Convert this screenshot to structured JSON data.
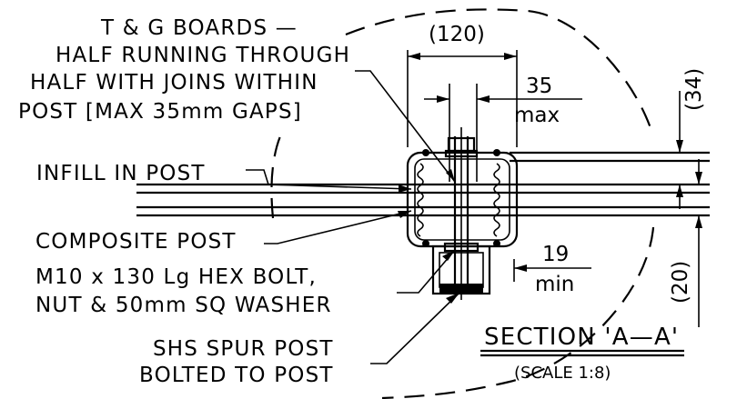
{
  "notes": {
    "boards": [
      "T & G BOARDS —",
      "HALF RUNNING THROUGH",
      "HALF WITH JOINS WITHIN",
      "POST [MAX 35mm GAPS]"
    ],
    "infill": "INFILL IN POST",
    "composite_post": "COMPOSITE POST",
    "bolt": [
      "M10 x 130 Lg HEX BOLT,",
      "NUT & 50mm SQ WASHER"
    ],
    "spur": [
      "SHS SPUR POST",
      "BOLTED TO POST"
    ]
  },
  "dimensions": {
    "post_width": "(120)",
    "gap_value": "35",
    "gap_qualifier": "max",
    "board_thickness": "(34)",
    "spur_gap_value": "19",
    "spur_gap_qualifier": "min",
    "board_gap": "(20)"
  },
  "section": {
    "title": "SECTION 'A—A'",
    "scale": "(SCALE 1:8)"
  }
}
